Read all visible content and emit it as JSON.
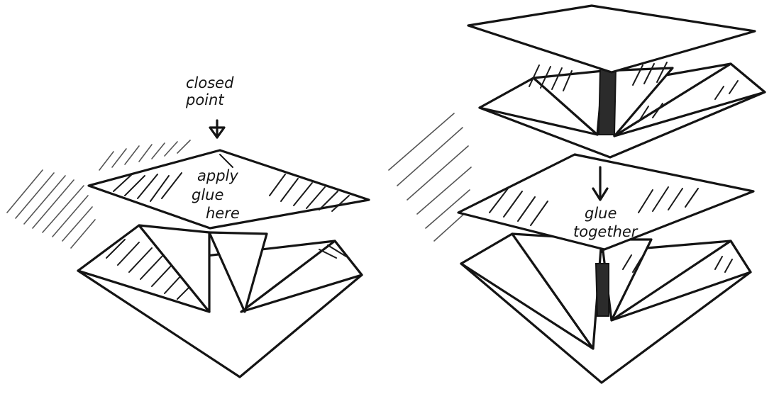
{
  "figure_left": {
    "annotation_top": [
      "closed",
      "point"
    ],
    "annotation_center": [
      "apply",
      "glue",
      "here"
    ]
  },
  "figure_right": {
    "annotation_center": [
      "glue",
      "together"
    ]
  },
  "colors": {
    "ink": "#141414",
    "paper": "#ffffff"
  }
}
